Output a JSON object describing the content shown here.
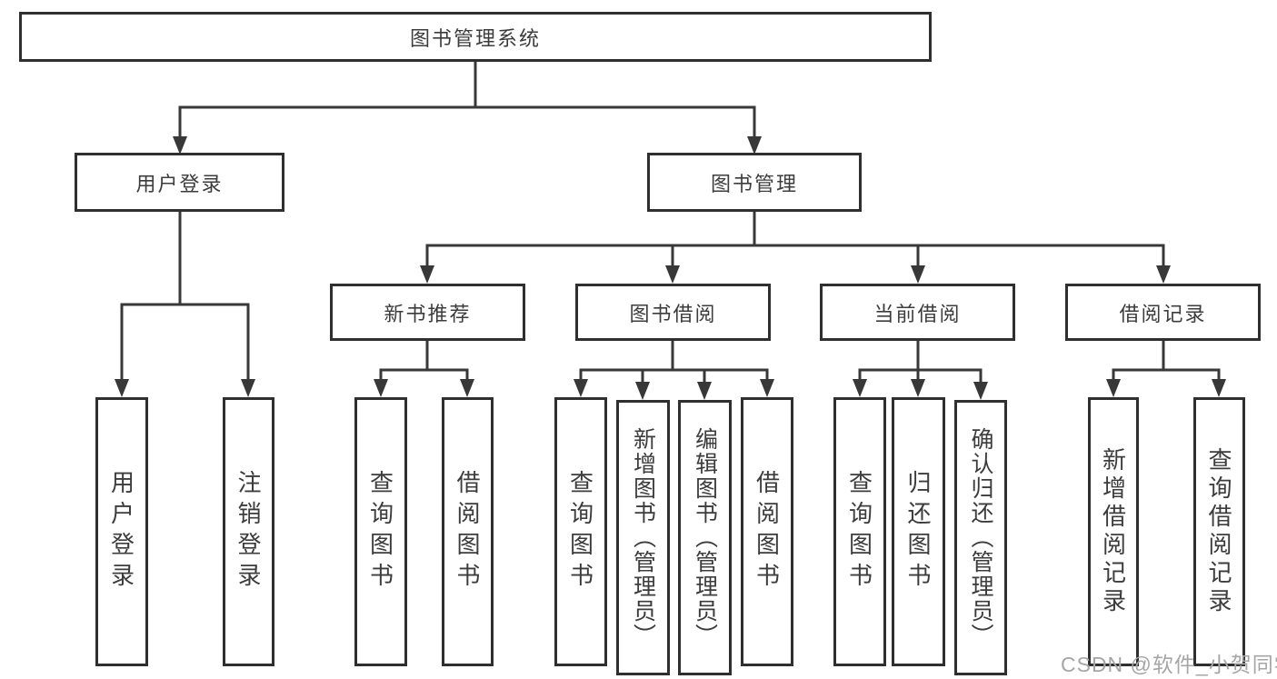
{
  "nodes": {
    "root": "图书管理系统",
    "l2_user_login": "用户登录",
    "l2_book_mgmt": "图书管理",
    "l3_new_book": "新书推荐",
    "l3_book_borrow": "图书借阅",
    "l3_current_borrow": "当前借阅",
    "l3_borrow_records": "借阅记录",
    "leaf_user_login": "用户登录",
    "leaf_logout": "注销登录",
    "leaf_nb_query": "查询图书",
    "leaf_nb_borrow": "借阅图书",
    "leaf_bb_query": "查询图书",
    "leaf_bb_add": "新增图书（管理员）",
    "leaf_bb_edit": "编辑图书（管理员）",
    "leaf_bb_borrow": "借阅图书",
    "leaf_cb_query": "查询图书",
    "leaf_cb_return": "归还图书",
    "leaf_cb_confirm": "确认归还（管理员）",
    "leaf_rec_add": "新增借阅记录",
    "leaf_rec_query": "查询借阅记录"
  },
  "hierarchy": {
    "图书管理系统": {
      "用户登录": [
        "用户登录",
        "注销登录"
      ],
      "图书管理": {
        "新书推荐": [
          "查询图书",
          "借阅图书"
        ],
        "图书借阅": [
          "查询图书",
          "新增图书（管理员）",
          "编辑图书（管理员）",
          "借阅图书"
        ],
        "当前借阅": [
          "查询图书",
          "归还图书",
          "确认归还（管理员）"
        ],
        "借阅记录": [
          "新增借阅记录",
          "查询借阅记录"
        ]
      }
    }
  },
  "watermark": "CSDN @软件_小贺同学",
  "colors": {
    "background": "#ffffff",
    "box_border": "#2f2f2f",
    "line": "#383838",
    "text": "#3c3c3c",
    "watermark": "#a6a6a6"
  }
}
